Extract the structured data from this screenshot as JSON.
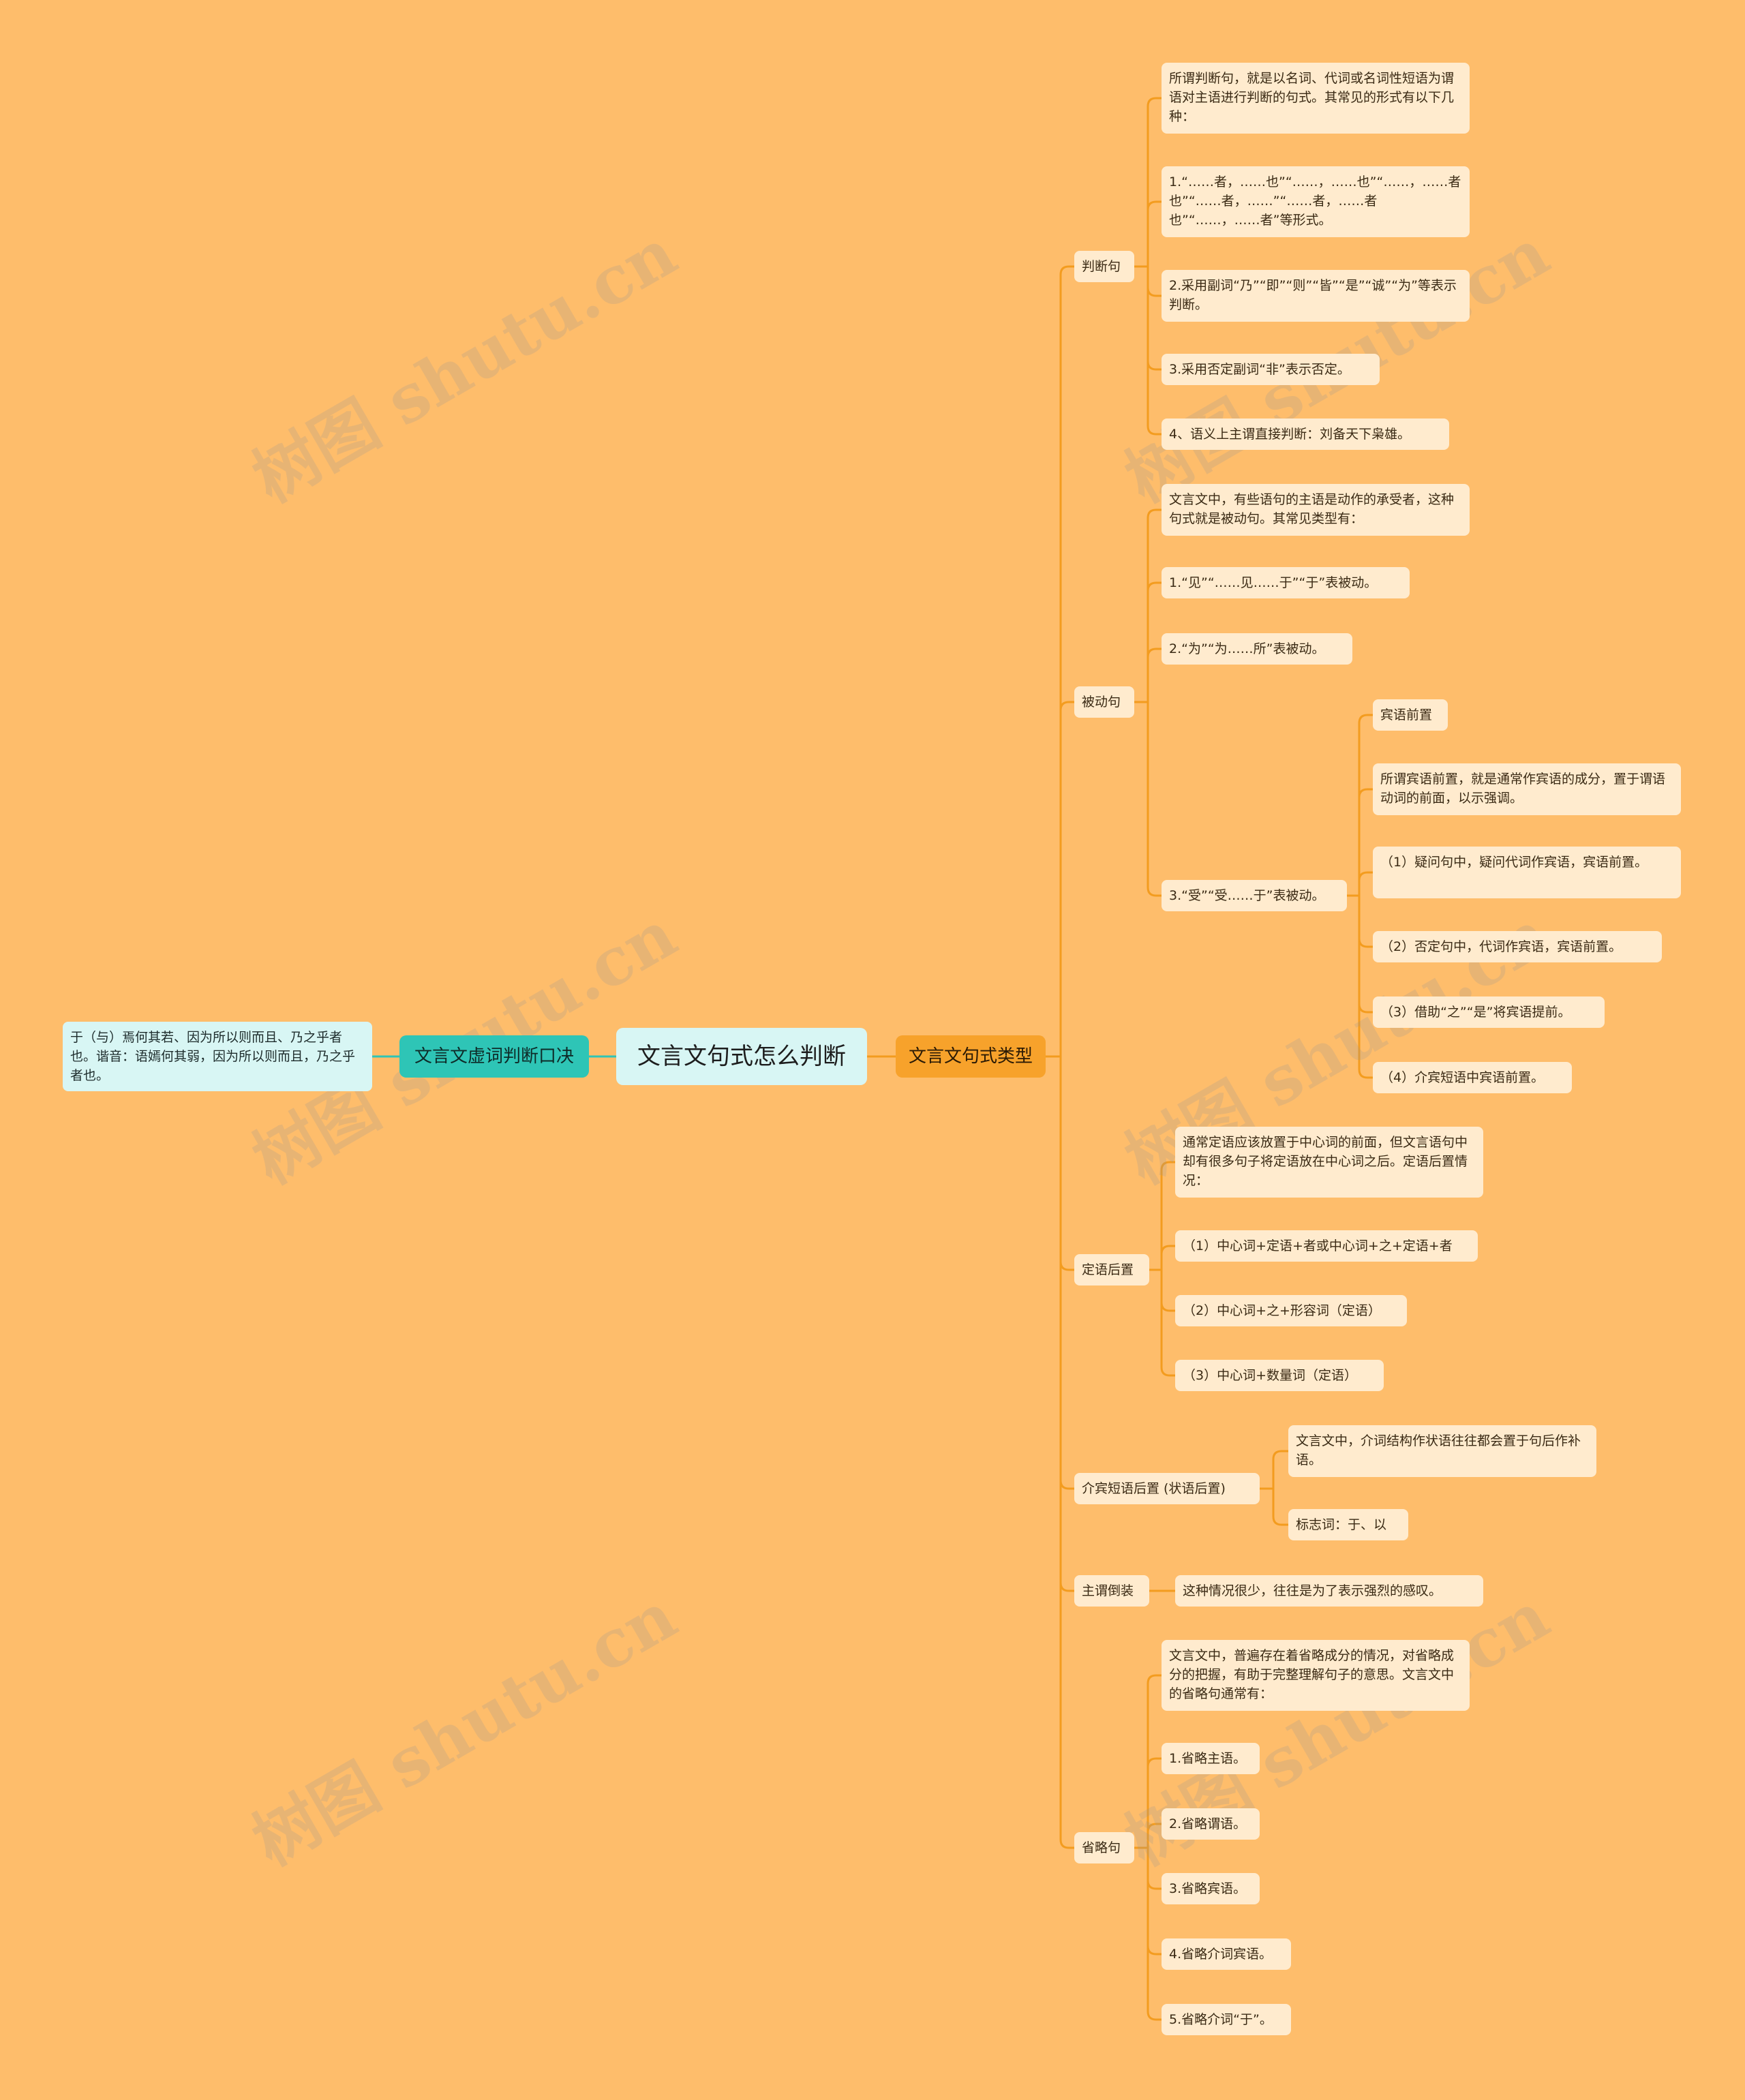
{
  "root": "文言文句式怎么判断",
  "left": {
    "title": "文言文虚词判断口决",
    "children": [
      "于（与）焉何其若、因为所以则而且、乃之乎者也。谐音：语嫣何其弱，因为所以则而且，乃之乎者也。"
    ]
  },
  "right": {
    "title": "文言文句式类型",
    "branches": [
      {
        "label": "判断句",
        "children": [
          {
            "text": "所谓判断句，就是以名词、代词或名词性短语为谓语对主语进行判断的句式。其常见的形式有以下几种："
          },
          {
            "text": "1.“……者，……也”“……，……也”“……，……者也”“……者，……”“……者，……者也”“……，……者”等形式。"
          },
          {
            "text": "2.采用副词“乃”“即”“则”“皆”“是”“诚”“为”等表示判断。"
          },
          {
            "text": "3.采用否定副词“非”表示否定。"
          },
          {
            "text": "4、语义上主谓直接判断：刘备天下枭雄。"
          }
        ]
      },
      {
        "label": "被动句",
        "children": [
          {
            "text": "文言文中，有些语句的主语是动作的承受者，这种句式就是被动句。其常见类型有："
          },
          {
            "text": "1.“见”“……见……于”“于”表被动。"
          },
          {
            "text": "2.“为”“为……所”表被动。"
          },
          {
            "text": "3.“受”“受……于”表被动。",
            "children": [
              "宾语前置",
              "所谓宾语前置，就是通常作宾语的成分，置于谓语动词的前面，以示强调。",
              "（1）疑问句中，疑问代词作宾语，宾语前置。",
              "（2）否定句中，代词作宾语，宾语前置。",
              "（3）借助“之”“是”将宾语提前。",
              "（4）介宾短语中宾语前置。"
            ]
          }
        ]
      },
      {
        "label": "定语后置",
        "children": [
          {
            "text": "通常定语应该放置于中心词的前面，但文言语句中却有很多句子将定语放在中心词之后。定语后置情况："
          },
          {
            "text": "（1）中心词+定语+者或中心词+之+定语+者"
          },
          {
            "text": "（2）中心词+之+形容词（定语）"
          },
          {
            "text": "（3）中心词+数量词（定语）"
          }
        ]
      },
      {
        "label": "介宾短语后置 (状语后置)",
        "children": [
          {
            "text": "文言文中，介词结构作状语往往都会置于句后作补语。"
          },
          {
            "text": "标志词：于、以"
          }
        ]
      },
      {
        "label": "主谓倒装",
        "children": [
          {
            "text": "这种情况很少，往往是为了表示强烈的感叹。"
          }
        ]
      },
      {
        "label": "省略句",
        "children": [
          {
            "text": "文言文中，普遍存在着省略成分的情况，对省略成分的把握，有助于完整理解句子的意思。文言文中的省略句通常有："
          },
          {
            "text": "1.省略主语。"
          },
          {
            "text": "2.省略谓语。"
          },
          {
            "text": "3.省略宾语。"
          },
          {
            "text": "4.省略介词宾语。"
          },
          {
            "text": "5.省略介词“于”。"
          }
        ]
      }
    ]
  },
  "watermark": "树图 shutu.cn",
  "colors": {
    "background": "#FEBD6B",
    "line_right": "#F39C1F",
    "line_left": "#2EC5B6",
    "root_bg": "#D8F6F4",
    "main_right_bg": "#F7A22B",
    "main_left_bg": "#2EC5B6",
    "leaf_bg": "#FFEBCE"
  }
}
